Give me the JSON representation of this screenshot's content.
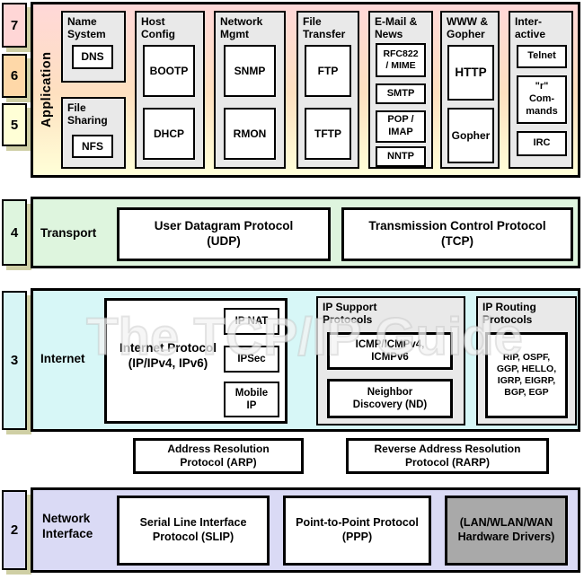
{
  "watermark": "The TCP/IP Guide",
  "layer_numbers": {
    "n7": "7",
    "n6": "6",
    "n5": "5",
    "n4": "4",
    "n3": "3",
    "n2": "2"
  },
  "application": {
    "label": "Application",
    "name_system": {
      "title": "Name\nSystem",
      "dns": "DNS"
    },
    "file_sharing": {
      "title": "File\nSharing",
      "nfs": "NFS"
    },
    "host_config": {
      "title": "Host\nConfig",
      "bootp": "BOOTP",
      "dhcp": "DHCP"
    },
    "network_mgmt": {
      "title": "Network\nMgmt",
      "snmp": "SNMP",
      "rmon": "RMON"
    },
    "file_transfer": {
      "title": "File\nTransfer",
      "ftp": "FTP",
      "tftp": "TFTP"
    },
    "email_news": {
      "title": "E-Mail &\nNews",
      "rfc822": "RFC822\n/ MIME",
      "smtp": "SMTP",
      "pop_imap": "POP /\nIMAP",
      "nntp": "NNTP"
    },
    "www_gopher": {
      "title": "WWW &\nGopher",
      "http": "HTTP",
      "gopher": "Gopher"
    },
    "interactive": {
      "title": "Inter-\nactive",
      "telnet": "Telnet",
      "r_commands": "\"r\"\nCom-\nmands",
      "irc": "IRC"
    }
  },
  "transport": {
    "label": "Transport",
    "udp": "User Datagram Protocol\n(UDP)",
    "tcp": "Transmission Control Protocol\n(TCP)"
  },
  "internet": {
    "label": "Internet",
    "ip": "Internet Protocol\n(IP/IPv4, IPv6)",
    "ip_nat": "IP NAT",
    "ipsec": "IPSec",
    "mobile_ip": "Mobile\nIP",
    "ip_support": {
      "title": "IP Support\nProtocols",
      "icmp": "ICMP/ICMPv4,\nICMPv6",
      "nd": "Neighbor\nDiscovery (ND)"
    },
    "ip_routing": {
      "title": "IP Routing\nProtocols",
      "protocols": "RIP, OSPF,\nGGP, HELLO,\nIGRP, EIGRP,\nBGP, EGP"
    }
  },
  "address_resolution": {
    "arp": "Address Resolution\nProtocol (ARP)",
    "rarp": "Reverse Address Resolution\nProtocol (RARP)"
  },
  "network_interface": {
    "label": "Network\nInterface",
    "slip": "Serial Line Interface\nProtocol (SLIP)",
    "ppp": "Point-to-Point Protocol\n(PPP)",
    "hardware": "(LAN/WLAN/WAN\nHardware Drivers)"
  },
  "colors": {
    "layer7_badge": "#ffd6d6",
    "layer6_badge": "#fed8a8",
    "layer5_badge": "#ffffd6",
    "layer4_badge": "#def5de",
    "layer3_badge": "#d7f5f5",
    "layer2_badge": "#dadaf5",
    "application_gradient_top": "#ffd8d8",
    "application_gradient_mid": "#fee0c0",
    "application_gradient_bottom": "#ffffd8",
    "transport_fill": "#def5de",
    "internet_fill": "#d7f7f7",
    "network_interface_fill": "#dadaf5",
    "group_fill": "#e9e9e9",
    "hardware_box_fill": "#a9a9a9",
    "badge_shadow": "#cfcfa5"
  }
}
